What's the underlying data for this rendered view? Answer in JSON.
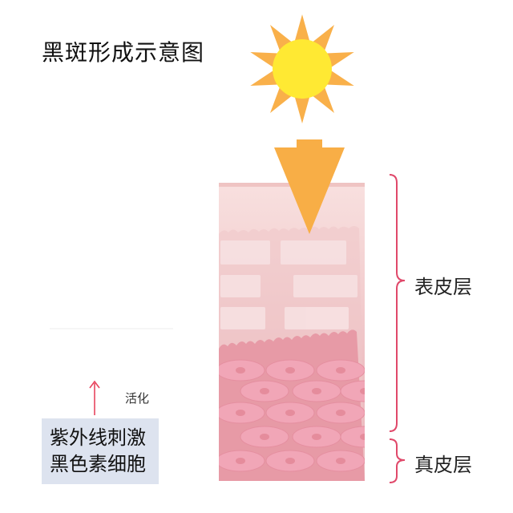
{
  "title": "黑斑形成示意图",
  "layers": {
    "epidermis": "表皮层",
    "dermis": "真皮层"
  },
  "activation_label": "活化",
  "note_box": {
    "line1": "紫外线刺激",
    "line2": "黑色素细胞"
  },
  "icons": {
    "sun": "sun-icon",
    "arrow": "down-arrow-icon",
    "up_arrow": "up-arrow-icon"
  },
  "colors": {
    "sun_core": "#FFE933",
    "sun_rays": "#F9B04A",
    "uv_arrow": "#F8AE46",
    "skin_top": "#F7D9D8",
    "dermis": "#E79AA6",
    "cell": "#F1A6B7",
    "bracket": "#E0486A",
    "activation_arrow": "#E8455E",
    "note_box": "#DDE3EF"
  }
}
